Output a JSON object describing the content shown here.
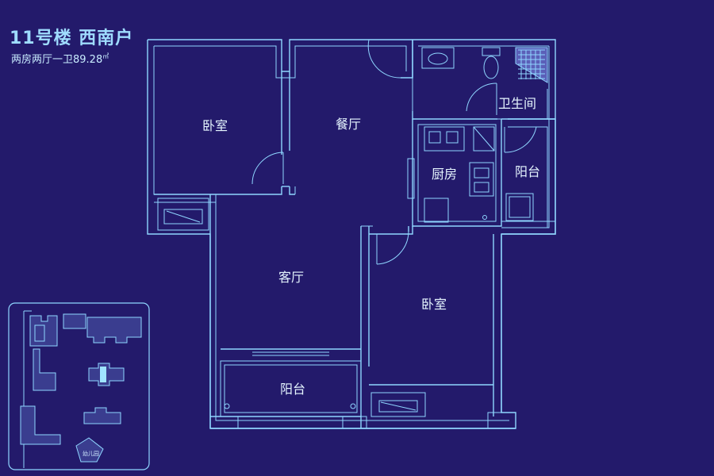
{
  "title": "11号楼 西南户",
  "subtitle_main": "两房两厅一卫89.28",
  "subtitle_unit": "㎡",
  "rooms": {
    "bedroom_left": "卧室",
    "dining": "餐厅",
    "bathroom": "卫生间",
    "kitchen": "厨房",
    "balcony_right": "阳台",
    "living": "客厅",
    "bedroom_right": "卧室",
    "balcony_bottom": "阳台"
  },
  "site_plan": {
    "kindergarten_label": "幼儿园"
  },
  "colors": {
    "background": "#231a6b",
    "line": "#8fd6ff",
    "title": "#9fdcff"
  }
}
